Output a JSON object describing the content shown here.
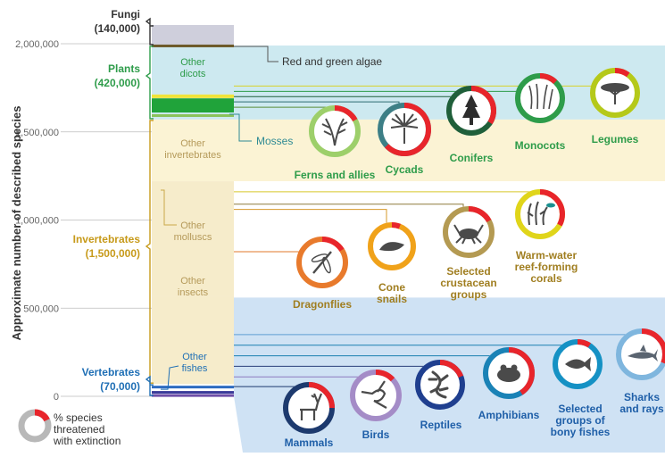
{
  "chart_data": {
    "type": "bar",
    "ylabel": "Approximate number of described species",
    "ylim": [
      0,
      2000000
    ],
    "yticks": [
      0,
      500000,
      1000000,
      1500000,
      2000000
    ],
    "ytick_labels": [
      "0",
      "500,000",
      "1,000,000",
      "1,500,000",
      "2,000,000"
    ],
    "stack": [
      {
        "group": "Vertebrates",
        "start": 0,
        "end": 70000,
        "color": "#bcd7ef"
      },
      {
        "group": "Invertebrates",
        "start": 70000,
        "end": 1570000,
        "color": "#f6ecc8"
      },
      {
        "group": "Plants",
        "start": 1570000,
        "end": 1990000,
        "color": "#c9e8ef"
      },
      {
        "group": "Fungi",
        "start": 1990000,
        "end": 2130000,
        "color": "#cfcfdc"
      }
    ],
    "groups": [
      {
        "name": "Fungi",
        "count": "(140,000)",
        "color": "#333333"
      },
      {
        "name": "Plants",
        "count": "(420,000)",
        "color": "#2e9c4a"
      },
      {
        "name": "Invertebrates",
        "count": "(1,500,000)",
        "color": "#c79a1a"
      },
      {
        "name": "Vertebrates",
        "count": "(70,000)",
        "color": "#1f6fb5"
      }
    ],
    "subgroups": [
      {
        "label": "Red and green algae",
        "y": 1985000
      },
      {
        "label": "Other\ndicots",
        "y": 1800000
      },
      {
        "label": "Mosses",
        "y": 1580000
      },
      {
        "label": "Other\ninvertebrates",
        "y": 1380000
      },
      {
        "label": "Other\nmolluscs",
        "y": 940000
      },
      {
        "label": "Other\ninsects",
        "y": 600000
      },
      {
        "label": "Other\nfishes",
        "y": 180000
      }
    ],
    "taxa": [
      {
        "name": "Legumes",
        "group": "Plants",
        "icon": "tree-icon",
        "ring_color": "#b5c91a",
        "threatened": 0.1
      },
      {
        "name": "Monocots",
        "group": "Plants",
        "icon": "grass-icon",
        "ring_color": "#2e9c4a",
        "threatened": 0.12
      },
      {
        "name": "Conifers",
        "group": "Plants",
        "icon": "conifer-icon",
        "ring_color": "#1f5f3a",
        "threatened": 0.34
      },
      {
        "name": "Cycads",
        "group": "Plants",
        "icon": "palm-icon",
        "ring_color": "#3d7f86",
        "threatened": 0.63
      },
      {
        "name": "Ferns and allies",
        "group": "Plants",
        "icon": "fern-icon",
        "ring_color": "#9dcf6a",
        "threatened": 0.17
      },
      {
        "name": "Warm-water\nreef-forming\ncorals",
        "group": "Invertebrates",
        "icon": "coral-icon",
        "ring_color": "#e0d51a",
        "threatened": 0.33
      },
      {
        "name": "Selected\ncrustacean\ngroups",
        "group": "Invertebrates",
        "icon": "crab-icon",
        "ring_color": "#b49a52",
        "threatened": 0.17
      },
      {
        "name": "Cone\nsnails",
        "group": "Invertebrates",
        "icon": "snail-icon",
        "ring_color": "#f0a21a",
        "threatened": 0.06
      },
      {
        "name": "Dragonflies",
        "group": "Invertebrates",
        "icon": "dragonfly-icon",
        "ring_color": "#e87a2c",
        "threatened": 0.16
      },
      {
        "name": "Sharks\nand rays",
        "group": "Vertebrates",
        "icon": "shark-icon",
        "ring_color": "#7fb6de",
        "threatened": 0.31
      },
      {
        "name": "Selected\ngroups of\nbony fishes",
        "group": "Vertebrates",
        "icon": "fish-icon",
        "ring_color": "#1591c4",
        "threatened": 0.09
      },
      {
        "name": "Amphibians",
        "group": "Vertebrates",
        "icon": "frog-icon",
        "ring_color": "#1a82b6",
        "threatened": 0.41
      },
      {
        "name": "Reptiles",
        "group": "Vertebrates",
        "icon": "lizard-icon",
        "ring_color": "#1f3f8f",
        "threatened": 0.19
      },
      {
        "name": "Birds",
        "group": "Vertebrates",
        "icon": "hummingbird-icon",
        "ring_color": "#a48cc7",
        "threatened": 0.13
      },
      {
        "name": "Mammals",
        "group": "Vertebrates",
        "icon": "deer-icon",
        "ring_color": "#1d3a6e",
        "threatened": 0.25
      }
    ],
    "legend": {
      "label": "% species\nthreatened\nwith extinction",
      "ring_color": "#b8b8b8",
      "red_color": "#e8252b"
    }
  }
}
